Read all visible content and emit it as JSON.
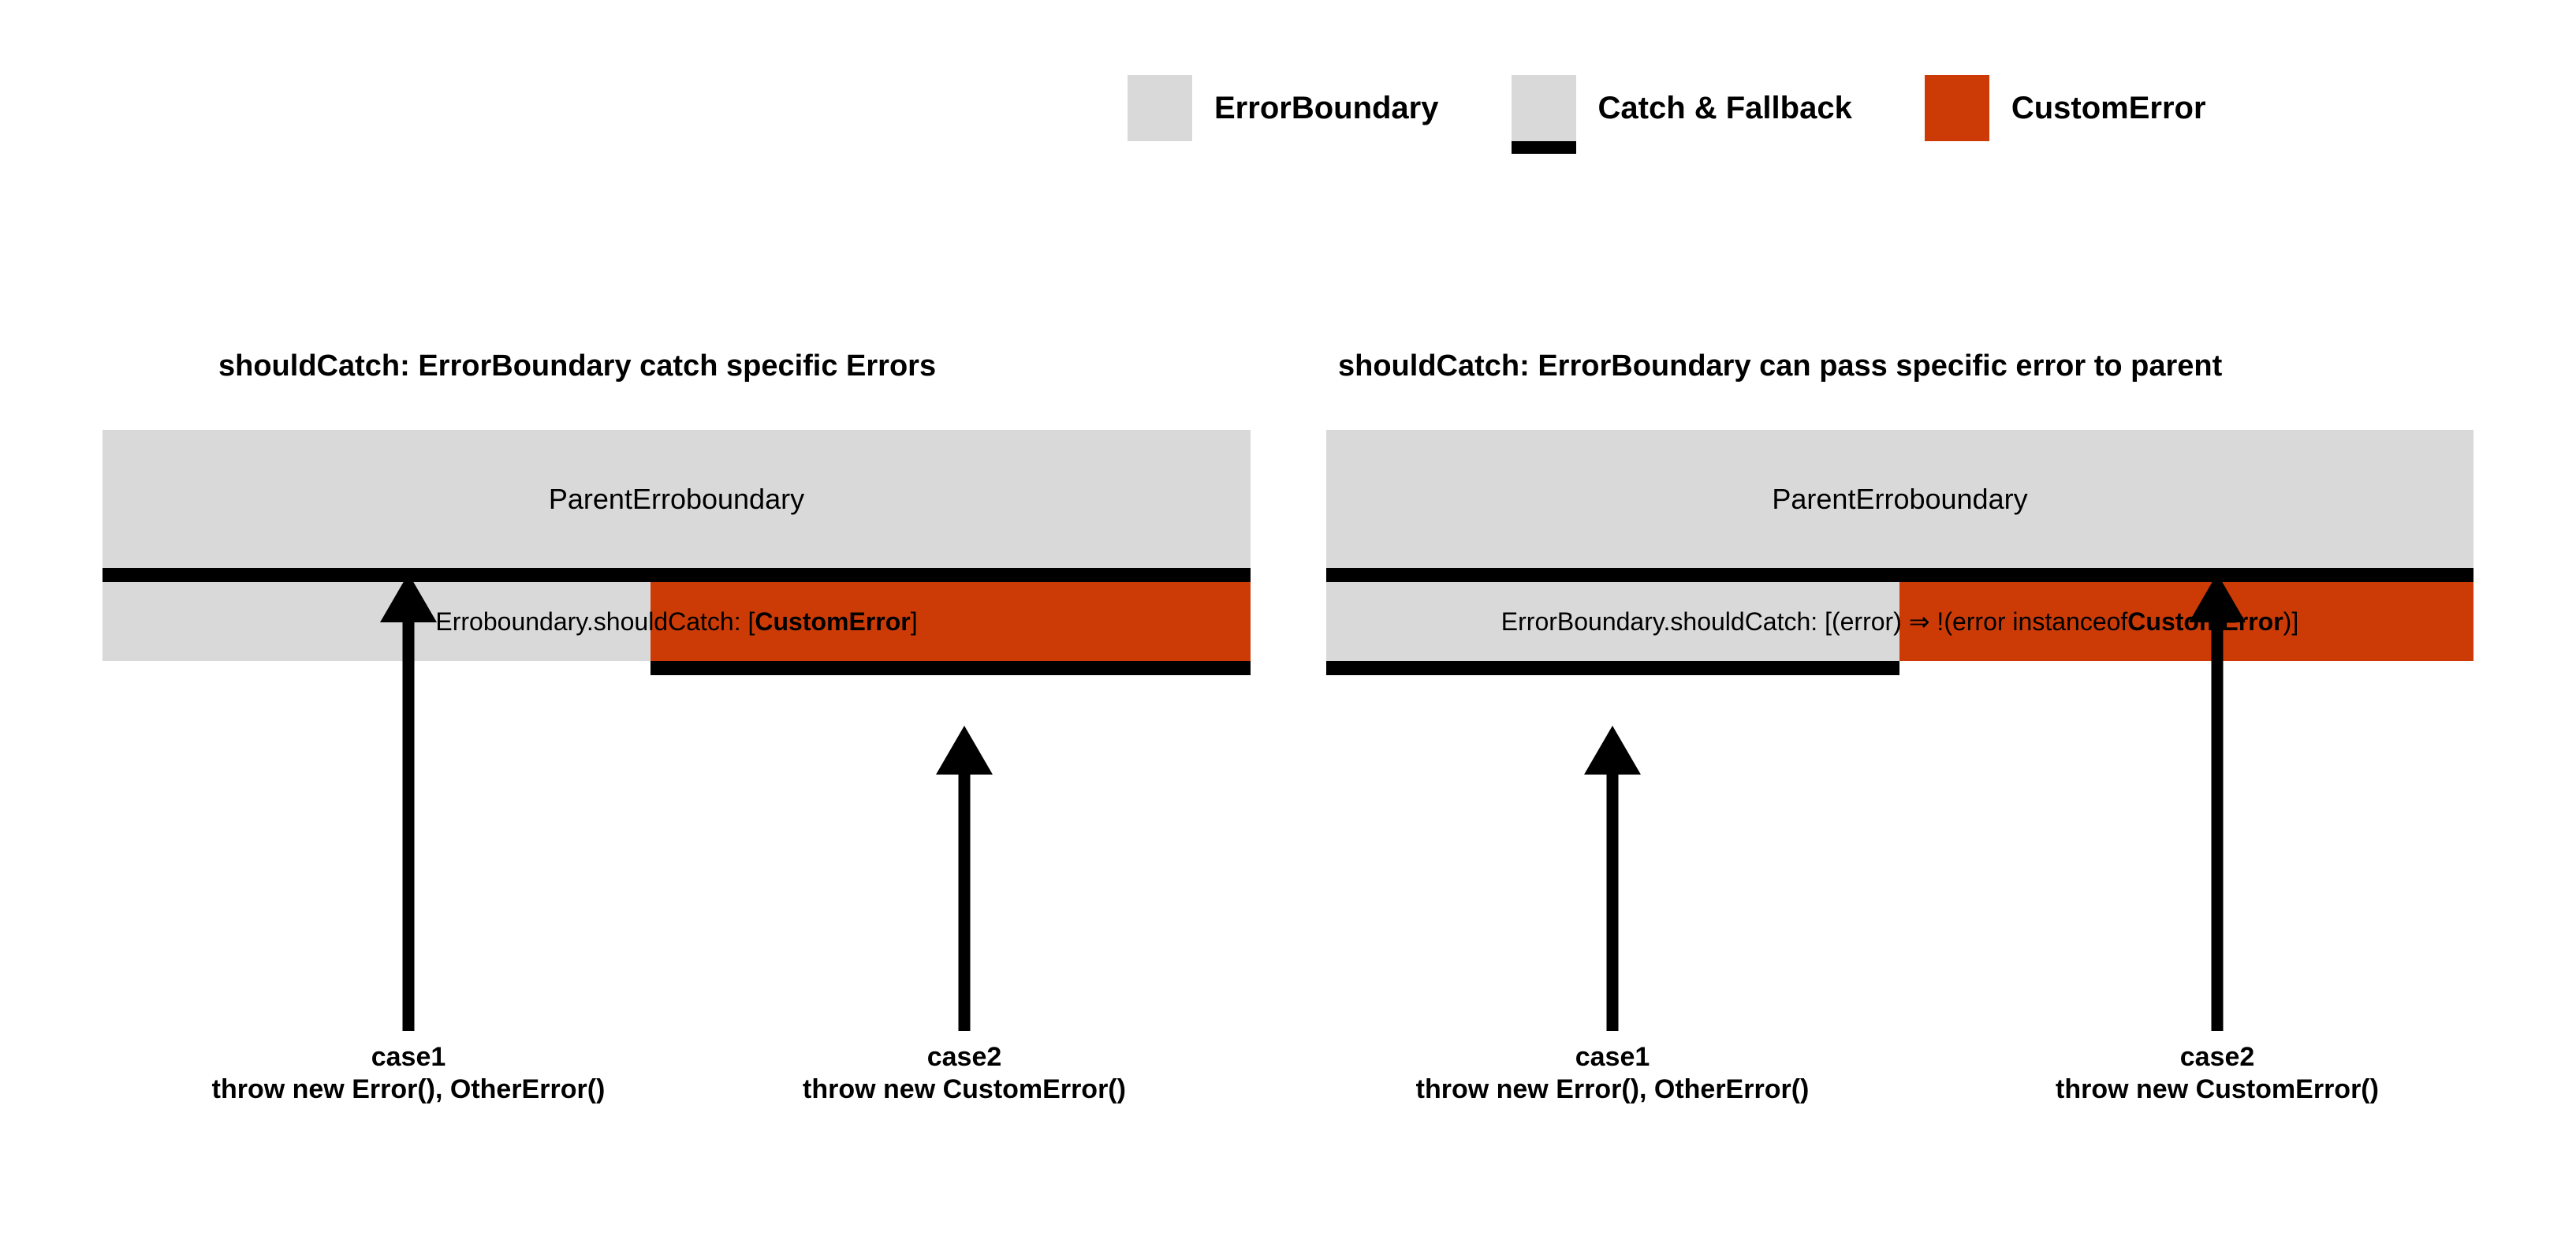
{
  "colors": {
    "gray": "#d9d9d9",
    "orange": "#cc3b06",
    "black": "#000000",
    "background": "#ffffff"
  },
  "legend": {
    "items": [
      {
        "label": "ErrorBoundary",
        "swatch": "gray",
        "has_bar": false,
        "icon": "gray-square-icon"
      },
      {
        "label": "Catch & Fallback",
        "swatch": "gray",
        "has_bar": true,
        "icon": "gray-square-with-black-bar-icon"
      },
      {
        "label": "CustomError",
        "swatch": "orange",
        "has_bar": false,
        "icon": "orange-square-icon"
      }
    ]
  },
  "panels": [
    {
      "title": "shouldCatch: ErrorBoundary catch specific Errors",
      "parent_label": "ParentErroboundary",
      "inner_text": {
        "prefix": "Erroboundary.shouldCatch: [",
        "bold": "CustomError",
        "suffix": "]"
      },
      "cells": [
        {
          "type": "gray",
          "has_bottom_bar": false
        },
        {
          "type": "orange",
          "has_bottom_bar": true
        }
      ],
      "cases": [
        {
          "name": "case1",
          "code": "throw new Error(), OtherError()"
        },
        {
          "name": "case2",
          "code": "throw new CustomError()"
        }
      ]
    },
    {
      "title": "shouldCatch: ErrorBoundary can pass specific error to parent",
      "parent_label": "ParentErroboundary",
      "inner_text": {
        "prefix": "ErrorBoundary.shouldCatch: [(error) ⇒ !(error instanceof ",
        "bold": "CustomError",
        "suffix": ")]"
      },
      "cells": [
        {
          "type": "gray",
          "has_bottom_bar": true
        },
        {
          "type": "orange",
          "has_bottom_bar": false
        }
      ],
      "cases": [
        {
          "name": "case1",
          "code": "throw new Error(), OtherError()"
        },
        {
          "name": "case2",
          "code": "throw new CustomError()"
        }
      ]
    }
  ]
}
